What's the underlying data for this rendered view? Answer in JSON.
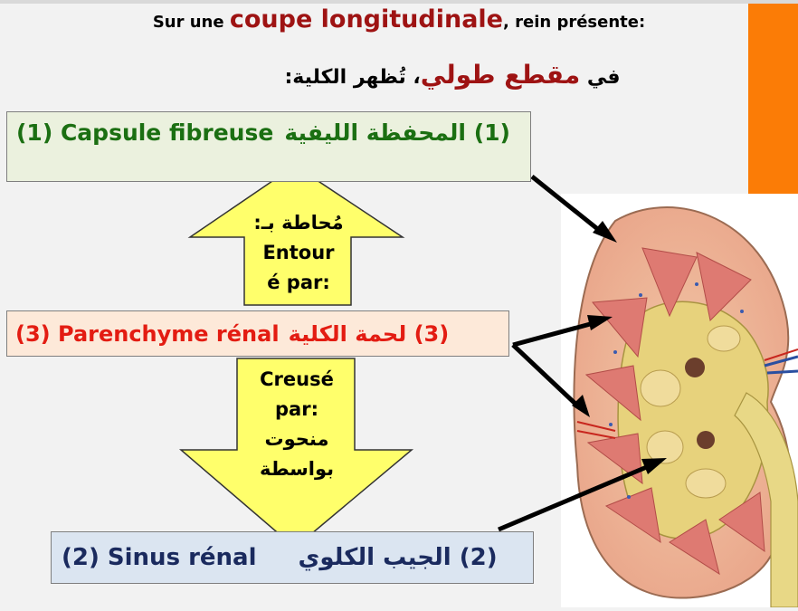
{
  "title_fr": {
    "before": "Sur une ",
    "highlight": "coupe longitudinale",
    "after": ", rein présente:"
  },
  "title_ar": {
    "before": "في ",
    "highlight": "مقطع طولي",
    "after": "، تُظهر الكلية:"
  },
  "boxes": {
    "capsule": {
      "fr": "(1) Capsule fibreuse",
      "ar": "(1) المحفظة الليفية"
    },
    "parenchyme": {
      "fr": "(3) Parenchyme rénal",
      "ar": "(3) لحمة الكلية"
    },
    "sinus": {
      "fr": "(2) Sinus rénal",
      "ar": "(2) الجيب الكلوي"
    }
  },
  "arrows": {
    "up": {
      "lines": [
        "مُحاطة بـ:",
        "Entour",
        "é par:"
      ]
    },
    "down": {
      "lines": [
        "Creusé",
        "par:",
        "منحوت",
        "بواسطة"
      ]
    }
  },
  "colors": {
    "title_highlight": "#9e1313",
    "capsule_text": "#1b6f12",
    "capsule_bg": "#ebf1de",
    "parenchyme_text": "#e31c12",
    "parenchyme_bg": "#fde9d9",
    "sinus_text": "#1a2a5e",
    "sinus_bg": "#dbe5f1",
    "arrow_fill": "#ffff6b",
    "accent_bar": "#fb7c06"
  },
  "image": {
    "subject": "kidney-longitudinal-section-illustration"
  }
}
